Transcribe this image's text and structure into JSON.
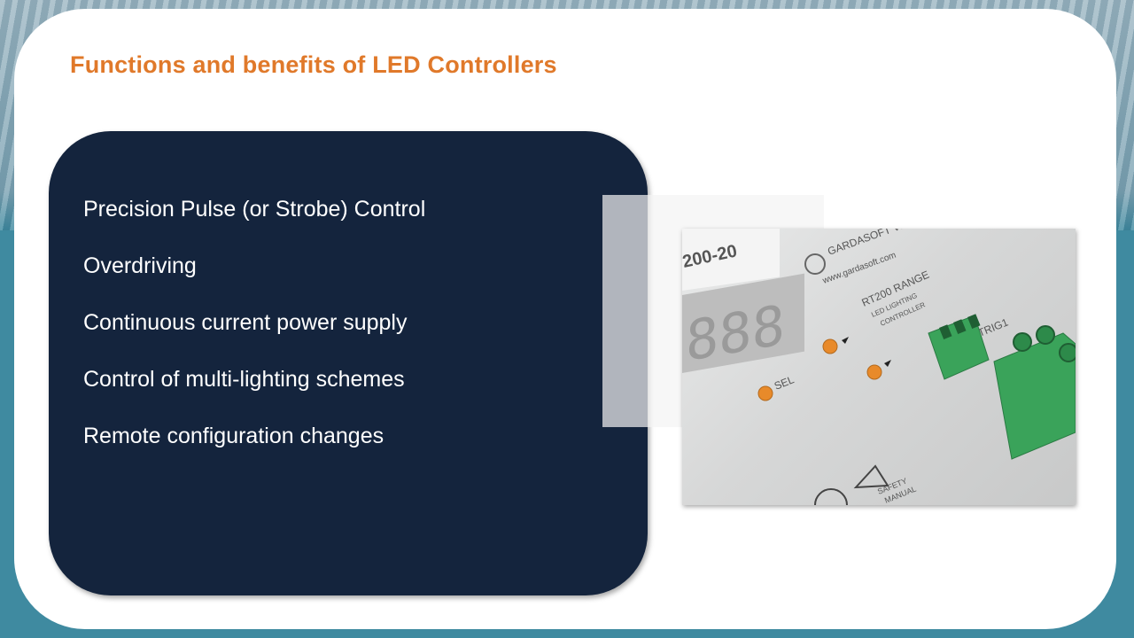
{
  "slide": {
    "title": "Functions and benefits of LED Controllers",
    "bullets": [
      "Precision Pulse (or Strobe) Control",
      "Overdriving",
      "Continuous current power supply",
      "Control of multi-lighting schemes",
      "Remote configuration changes"
    ]
  },
  "photo": {
    "model_text": "200-20",
    "brand_text": "GARDASOFT VISION",
    "url_text": "www.gardasoft.com",
    "range_text": "RT200 RANGE",
    "sub_text1": "LED LIGHTING",
    "sub_text2": "CONTROLLER",
    "sel_label": "SEL",
    "trig_label": "TRIG1",
    "display_digits": "888",
    "safety_text1": "SAFETY",
    "safety_text2": "MANUAL"
  },
  "colors": {
    "title": "#e0792a",
    "panel": "#14243d",
    "led": "#e88a2a",
    "connector": "#3aa35a"
  }
}
